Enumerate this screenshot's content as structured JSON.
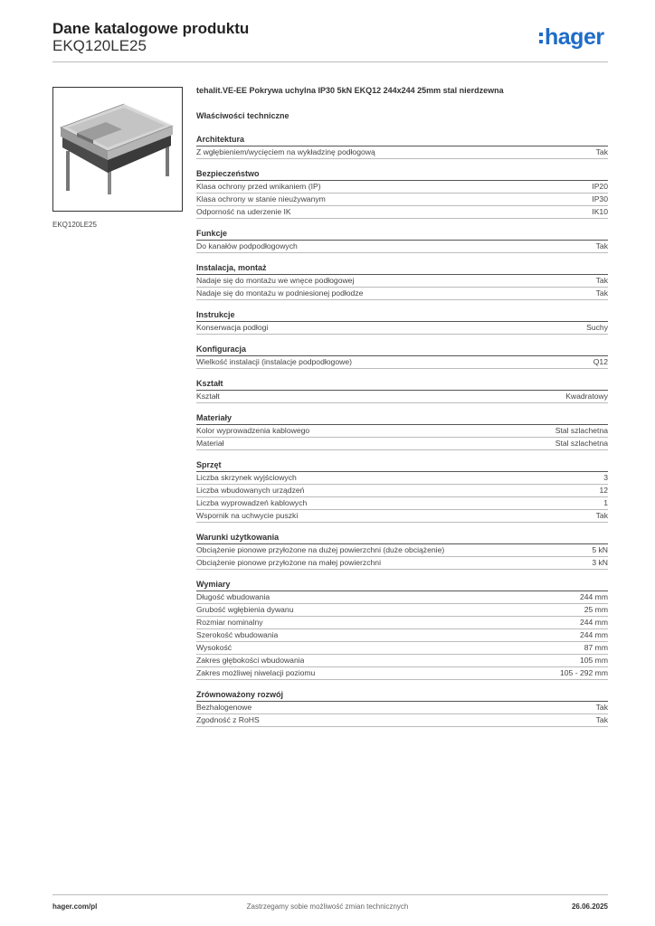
{
  "header": {
    "title": "Dane katalogowe produktu",
    "code": "EKQ120LE25",
    "logo_text": "hager",
    "brand_color": "#1e6cc8"
  },
  "image": {
    "caption": "EKQ120LE25"
  },
  "product": {
    "description": "tehalit.VE-EE Pokrywa uchylna IP30 5kN EKQ12 244x244 25mm stal nierdzewna",
    "tech_heading": "Właściwości techniczne"
  },
  "sections": [
    {
      "title": "Architektura",
      "rows": [
        {
          "label": "Z wgłębieniem/wycięciem na wykładzinę podłogową",
          "value": "Tak"
        }
      ]
    },
    {
      "title": "Bezpieczeństwo",
      "rows": [
        {
          "label": "Klasa ochrony przed wnikaniem (IP)",
          "value": "IP20"
        },
        {
          "label": "Klasa ochrony w stanie nieużywanym",
          "value": "IP30"
        },
        {
          "label": "Odporność na uderzenie IK",
          "value": "IK10"
        }
      ]
    },
    {
      "title": "Funkcje",
      "rows": [
        {
          "label": "Do kanałów podpodłogowych",
          "value": "Tak"
        }
      ]
    },
    {
      "title": "Instalacja, montaż",
      "rows": [
        {
          "label": "Nadaje się do montażu we wnęce podłogowej",
          "value": "Tak"
        },
        {
          "label": "Nadaje się do montażu w podniesionej podłodze",
          "value": "Tak"
        }
      ]
    },
    {
      "title": "Instrukcje",
      "rows": [
        {
          "label": "Konserwacja podłogi",
          "value": "Suchy"
        }
      ]
    },
    {
      "title": "Konfiguracja",
      "rows": [
        {
          "label": "Wielkość instalacji (instalacje podpodłogowe)",
          "value": "Q12"
        }
      ]
    },
    {
      "title": "Kształt",
      "rows": [
        {
          "label": "Kształt",
          "value": "Kwadratowy"
        }
      ]
    },
    {
      "title": "Materiały",
      "rows": [
        {
          "label": "Kolor wyprowadzenia kablowego",
          "value": "Stal szlachetna"
        },
        {
          "label": "Materiał",
          "value": "Stal szlachetna"
        }
      ]
    },
    {
      "title": "Sprzęt",
      "rows": [
        {
          "label": "Liczba skrzynek wyjściowych",
          "value": "3"
        },
        {
          "label": "Liczba wbudowanych urządzeń",
          "value": "12"
        },
        {
          "label": "Liczba wyprowadzeń kablowych",
          "value": "1"
        },
        {
          "label": "Wspornik na uchwycie puszki",
          "value": "Tak"
        }
      ]
    },
    {
      "title": "Warunki użytkowania",
      "rows": [
        {
          "label": "Obciążenie pionowe przyłożone na dużej powierzchni (duże obciążenie)",
          "value": "5 kN"
        },
        {
          "label": "Obciążenie pionowe przyłożone na małej powierzchni",
          "value": "3 kN"
        }
      ]
    },
    {
      "title": "Wymiary",
      "rows": [
        {
          "label": "Długość wbudowania",
          "value": "244 mm"
        },
        {
          "label": "Grubość wgłębienia dywanu",
          "value": "25 mm"
        },
        {
          "label": "Rozmiar nominalny",
          "value": "244 mm"
        },
        {
          "label": "Szerokość wbudowania",
          "value": "244 mm"
        },
        {
          "label": "Wysokość",
          "value": "87 mm"
        },
        {
          "label": "Zakres głębokości wbudowania",
          "value": "105 mm"
        },
        {
          "label": "Zakres możliwej niwelacji poziomu",
          "value": "105 - 292 mm"
        }
      ]
    },
    {
      "title": "Zrównoważony rozwój",
      "rows": [
        {
          "label": "Bezhalogenowe",
          "value": "Tak"
        },
        {
          "label": "Zgodność z RoHS",
          "value": "Tak"
        }
      ]
    }
  ],
  "footer": {
    "website": "hager.com/pl",
    "disclaimer": "Zastrzegamy sobie możliwość zmian technicznych",
    "date": "26.06.2025"
  }
}
